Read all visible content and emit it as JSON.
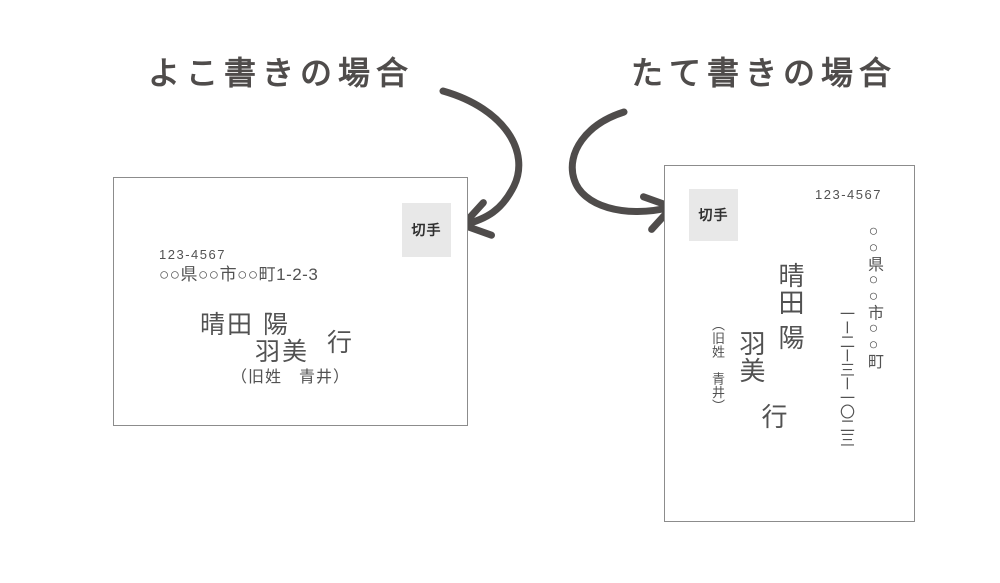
{
  "colors": {
    "ink": "#4f4c4b",
    "text": "#525252",
    "border": "#8c8c8c",
    "stamp_bg": "#e8e8e8"
  },
  "left": {
    "title": "よこ書きの場合",
    "envelope": {
      "stamp_label": "切手",
      "postal_code": "123-4567",
      "address": "○○県○○市○○町1-2-3",
      "name_line1": "晴田 陽",
      "name_line2": "羽美",
      "honorific": "行",
      "maiden_name": "（旧姓　青井）"
    }
  },
  "right": {
    "title": "たて書きの場合",
    "envelope": {
      "stamp_label": "切手",
      "postal_code": "123-4567",
      "address_main": "○○県○○市○○町",
      "address_number": "一ー二ー三ー一〇二三",
      "name_col1": "晴田 陽",
      "name_col2": "羽美",
      "honorific": "行",
      "maiden_name": "（旧姓　青井）"
    }
  }
}
